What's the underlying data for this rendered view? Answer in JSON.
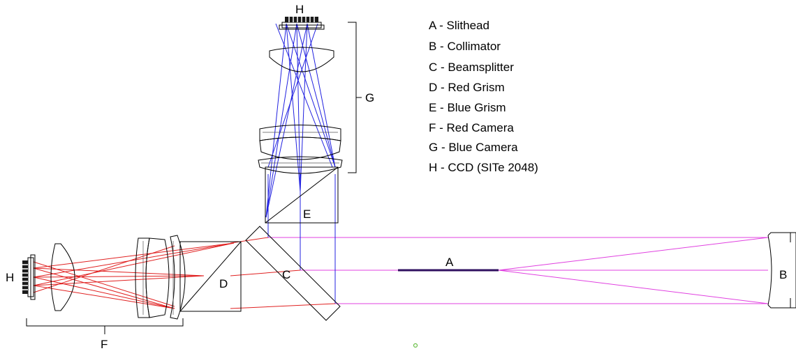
{
  "labels": {
    "A": "A",
    "B": "B",
    "C": "C",
    "D": "D",
    "E": "E",
    "F": "F",
    "G": "G",
    "H_top": "H",
    "H_left": "H"
  },
  "legend": [
    "A - Slithead",
    "B - Collimator",
    "C - Beamsplitter",
    "D - Red Grism",
    "E - Blue Grism",
    "F - Red Camera",
    "G - Blue Camera",
    "H - CCD (SITe 2048)"
  ],
  "colors": {
    "collimator_rays": "#e040e0",
    "red_rays": "#e02020",
    "blue_rays": "#2020e0",
    "slit": "#301060",
    "optics": "#000000",
    "marker": "#6cc04a"
  }
}
